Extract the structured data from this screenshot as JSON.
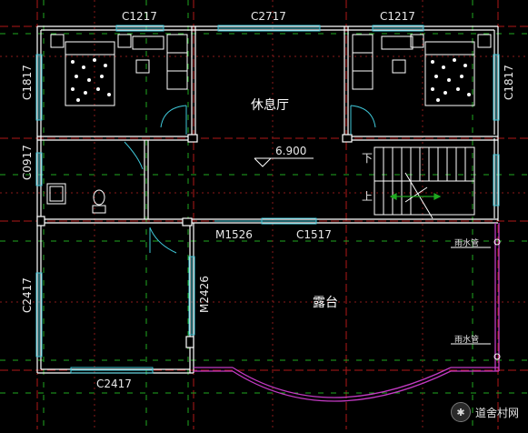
{
  "plan": {
    "windows": {
      "top_left": "C1217",
      "top_mid": "C2717",
      "top_right": "C1217",
      "left_upper": "C1817",
      "right_upper": "C1817",
      "left_mid": "C0917",
      "left_lower": "C2417",
      "bottom": "C2417",
      "center": "C1517"
    },
    "doors": {
      "mid": "M1526",
      "vertical": "M2426"
    },
    "rooms": {
      "lounge": "休息厅",
      "terrace": "露台"
    },
    "elevation": "6.900",
    "stairs": {
      "down": "下",
      "up": "上"
    },
    "downpipes": [
      "雨水管",
      "雨水管"
    ]
  },
  "watermark": {
    "text": "道舍村网",
    "icon": "wechat-icon"
  },
  "colors": {
    "background": "#000000",
    "wall": "#ffffff",
    "grid_red": "#b01818",
    "grid_green": "#1fa71f",
    "window": "#3fc7d8",
    "balcony": "#c33ac3"
  }
}
